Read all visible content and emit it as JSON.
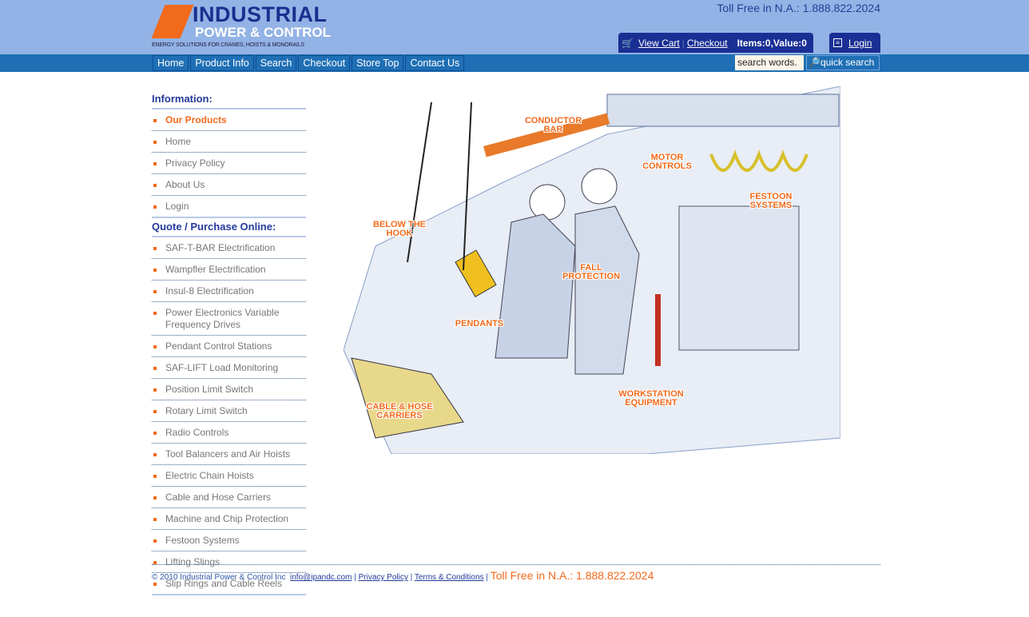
{
  "header": {
    "logo_line1": "INDUSTRIAL",
    "logo_line2": "POWER & CONTROL",
    "tagline": "ENERGY SOLUTIONS FOR CRANES, HOISTS & MONORAILS",
    "toll_free": "Toll Free in N.A.: 1.888.822.2024"
  },
  "cart": {
    "view_cart": "View Cart",
    "checkout": "Checkout",
    "summary": "Items:0,Value:0",
    "login": "Login"
  },
  "nav": [
    "Home",
    "Product Info",
    "Search",
    "Checkout",
    "Store Top",
    "Contact Us"
  ],
  "search": {
    "placeholder": "search words.",
    "button": "quick search"
  },
  "sidebar": {
    "info_title": "Information:",
    "info_items": [
      "Our Products",
      "Home",
      "Privacy Policy",
      "About Us",
      "Login"
    ],
    "quote_title": "Quote / Purchase Online:",
    "quote_items": [
      "SAF-T-BAR Electrification",
      "Wampfler Electrification",
      "Insul-8 Electrification",
      "Power Electronics Variable Frequency Drives",
      "Pendant Control Stations",
      "SAF-LIFT Load Monitoring",
      "Position Limit Switch",
      "Rotary Limit Switch",
      "Radio Controls",
      "Tool Balancers and Air Hoists",
      "Electric Chain Hoists",
      "Cable and Hose Carriers",
      "Machine and Chip Protection",
      "Festoon Systems",
      "Lifting Slings",
      "Slip Rings and Cable Reels"
    ]
  },
  "illustration": {
    "labels": [
      "CONDUCTOR BAR",
      "MOTOR CONTROLS",
      "FESTOON SYSTEMS",
      "BELOW THE HOOK",
      "FALL PROTECTION",
      "PENDANTS",
      "WORKSTATION EQUIPMENT",
      "CABLE & HOSE CARRIERS"
    ]
  },
  "footer": {
    "copyright": "© 2010 Industrial Power & Control Inc",
    "email": "info@ipandc.com",
    "privacy": "Privacy Policy",
    "terms": "Terms & Conditions",
    "toll_free": "Toll Free in N.A.: 1.888.822.2024"
  },
  "colors": {
    "accent": "#f26a1b",
    "brand": "#1a2f94",
    "header_bg": "#93b3e6",
    "nav_bg": "#1f6fb5"
  }
}
